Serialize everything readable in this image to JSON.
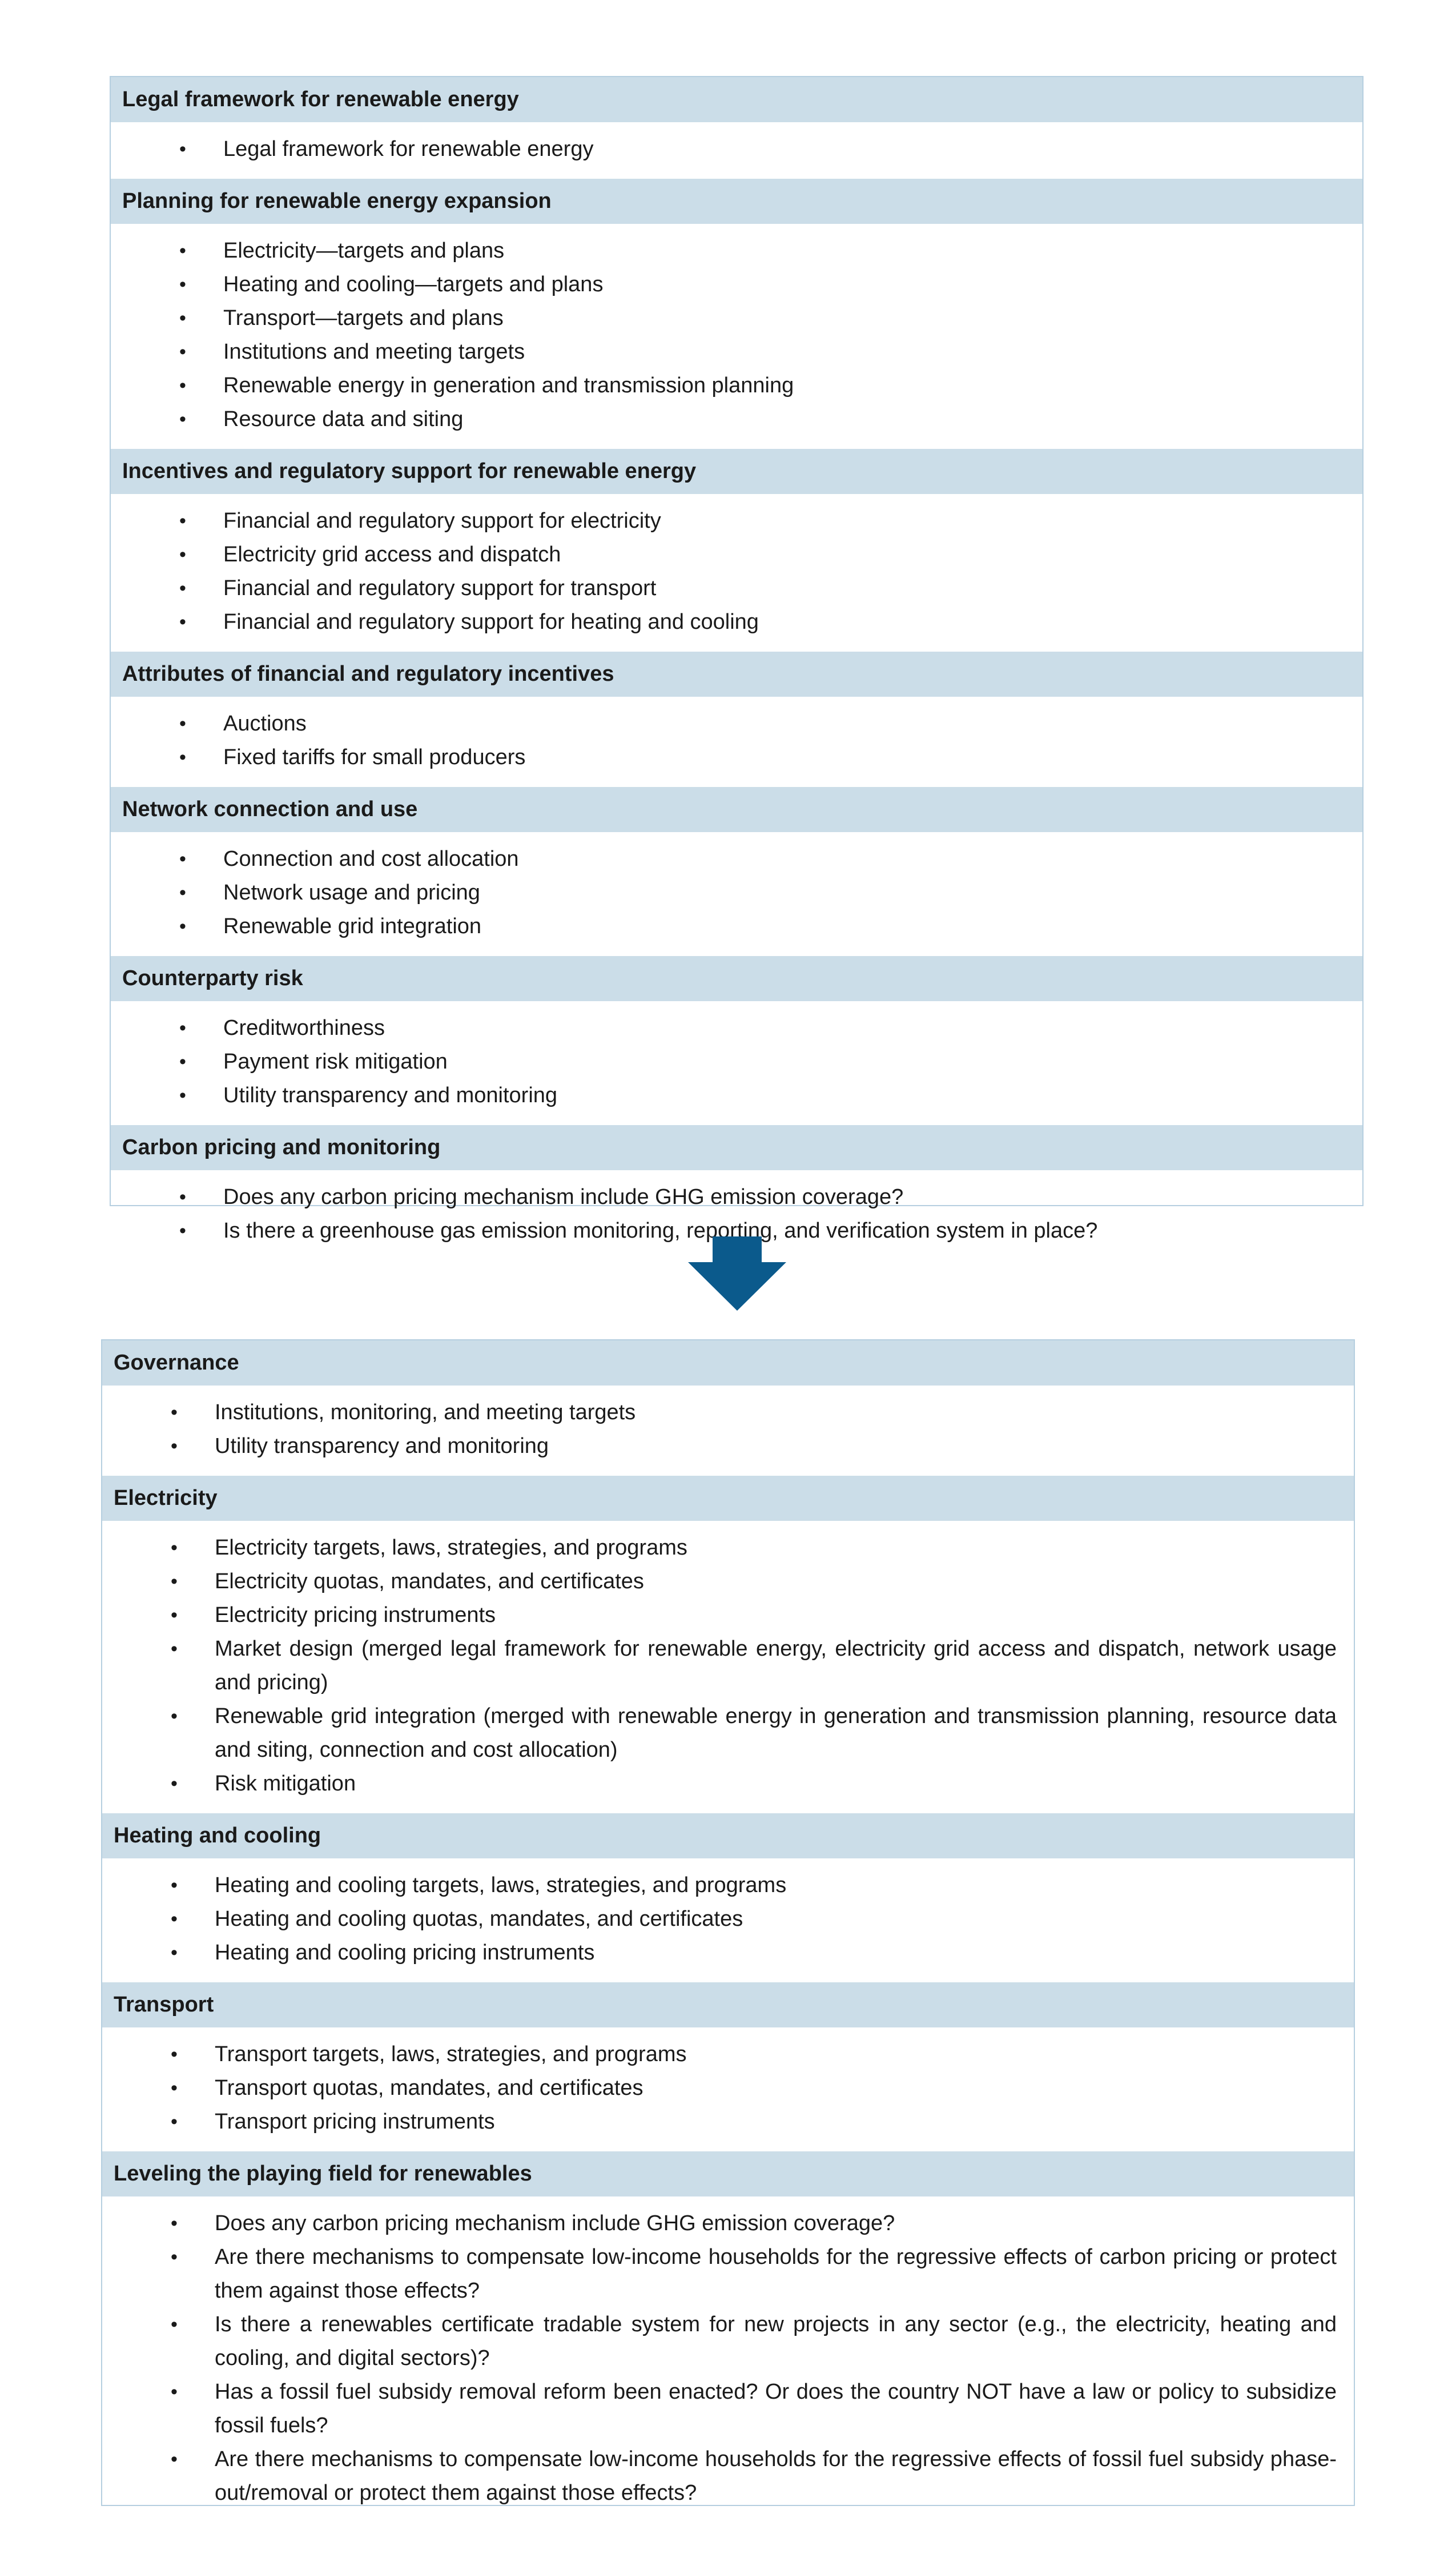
{
  "before": {
    "sections": [
      {
        "title": "Legal framework for renewable energy",
        "items": [
          "Legal framework for renewable energy"
        ]
      },
      {
        "title": "Planning for renewable energy expansion",
        "items": [
          "Electricity—targets and plans",
          "Heating and cooling—targets and plans",
          "Transport—targets and plans",
          "Institutions and meeting targets",
          "Renewable energy in generation and transmission planning",
          "Resource data and siting"
        ]
      },
      {
        "title": "Incentives and regulatory support for renewable energy",
        "items": [
          "Financial and regulatory support for electricity",
          "Electricity grid access and dispatch",
          "Financial and regulatory support for transport",
          "Financial and regulatory support for heating and cooling"
        ]
      },
      {
        "title": "Attributes of financial and regulatory incentives",
        "items": [
          "Auctions",
          "Fixed tariffs for small producers"
        ]
      },
      {
        "title": "Network connection and use",
        "items": [
          "Connection and cost allocation",
          "Network usage and pricing",
          "Renewable grid integration"
        ]
      },
      {
        "title": "Counterparty risk",
        "items": [
          "Creditworthiness",
          "Payment risk mitigation",
          "Utility transparency and monitoring"
        ]
      },
      {
        "title": "Carbon pricing and monitoring",
        "items": [
          "Does any carbon pricing mechanism include GHG emission coverage?",
          "Is there a greenhouse gas emission monitoring, reporting, and verification system in place?"
        ]
      }
    ]
  },
  "after": {
    "sections": [
      {
        "title": "Governance",
        "items": [
          "Institutions, monitoring, and meeting targets",
          "Utility transparency and monitoring"
        ]
      },
      {
        "title": "Electricity",
        "items": [
          "Electricity targets, laws, strategies, and programs",
          "Electricity quotas, mandates, and certificates",
          "Electricity pricing instruments",
          "Market design (merged legal framework for renewable energy, electricity grid access and dispatch, network usage and pricing)",
          "Renewable grid integration (merged with renewable energy in generation and transmission planning, resource data and siting, connection and cost allocation)",
          "Risk mitigation"
        ]
      },
      {
        "title": "Heating and cooling",
        "items": [
          "Heating and cooling targets, laws, strategies, and programs",
          "Heating and cooling quotas, mandates, and certificates",
          "Heating and cooling pricing instruments"
        ]
      },
      {
        "title": "Transport",
        "items": [
          "Transport targets, laws, strategies, and programs",
          "Transport quotas, mandates, and certificates",
          "Transport pricing instruments"
        ]
      },
      {
        "title": "Leveling the playing field for renewables",
        "items": [
          "Does any carbon pricing mechanism include GHG emission coverage?",
          "Are there mechanisms to compensate low-income households for the regressive effects of carbon pricing or protect them against those effects?",
          "Is there a renewables certificate tradable system for new projects in any sector (e.g., the electricity, heating and cooling, and digital sectors)?",
          "Has a fossil fuel subsidy removal reform been enacted? Or does the country NOT have a law or policy to subsidize fossil fuels?",
          "Are there mechanisms to compensate low-income households for the regressive effects of fossil fuel subsidy phase-out/removal or protect them against those effects?"
        ]
      }
    ]
  },
  "bullet_glyph": "•",
  "colors": {
    "header_bg": "#cbdde8",
    "border": "#b6cfe0",
    "arrow": "#0b5a8c"
  }
}
